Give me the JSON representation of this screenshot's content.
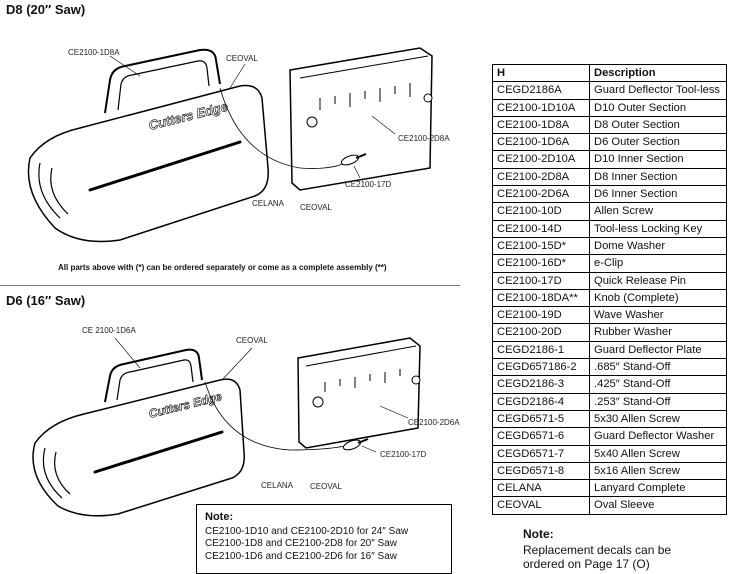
{
  "section_d8": {
    "heading": "D8 (20″ Saw)",
    "labels": {
      "outer": "CE2100-1D8A",
      "ceoval_top": "CEOVAL",
      "inner": "CE2100-2D8A",
      "clip": "CE2100-17D",
      "celana": "CELANA",
      "ceoval_bottom": "CEOVAL"
    },
    "brand": "Cutters Edge",
    "assembly_note": "All parts above with (*) can be ordered separately or come as a complete assembly (**)"
  },
  "section_d6": {
    "heading": "D6 (16″ Saw)",
    "labels": {
      "outer": "CE 2100-1D6A",
      "ceoval_top": "CEOVAL",
      "inner": "CE2100-2D6A",
      "clip": "CE2100-17D",
      "celana": "CELANA",
      "ceoval_bottom": "CEOVAL"
    },
    "brand": "Cutters Edge"
  },
  "parts_table": {
    "headers": [
      "H",
      "Description"
    ],
    "rows": [
      [
        "CEGD2186A",
        "Guard Deflector Tool-less"
      ],
      [
        "CE2100-1D10A",
        "D10 Outer Section"
      ],
      [
        "CE2100-1D8A",
        "D8 Outer Section"
      ],
      [
        "CE2100-1D6A",
        "D6 Outer Section"
      ],
      [
        "CE2100-2D10A",
        "D10 Inner Section"
      ],
      [
        "CE2100-2D8A",
        "D8 Inner Section"
      ],
      [
        "CE2100-2D6A",
        "D6 Inner Section"
      ],
      [
        "CE2100-10D",
        "Allen Screw"
      ],
      [
        "CE2100-14D",
        "Tool-less Locking Key"
      ],
      [
        "CE2100-15D*",
        "Dome Washer"
      ],
      [
        "CE2100-16D*",
        "e-Clip"
      ],
      [
        "CE2100-17D",
        "Quick Release Pin"
      ],
      [
        "CE2100-18DA**",
        "Knob (Complete)"
      ],
      [
        "CE2100-19D",
        "Wave Washer"
      ],
      [
        "CE2100-20D",
        "Rubber Washer"
      ],
      [
        "CEGD2186-1",
        "Guard Deflector Plate"
      ],
      [
        "CEGD657186-2",
        ".685″ Stand-Off"
      ],
      [
        "CEGD2186-3",
        ".425″ Stand-Off"
      ],
      [
        "CEGD2186-4",
        ".253″ Stand-Off"
      ],
      [
        "CEGD6571-5",
        "5x30 Allen Screw"
      ],
      [
        "CEGD6571-6",
        "Guard Deflector Washer"
      ],
      [
        "CEGD6571-7",
        "5x40 Allen Screw"
      ],
      [
        "CEGD6571-8",
        "5x16 Allen Screw"
      ],
      [
        "CELANA",
        "Lanyard Complete"
      ],
      [
        "CEOVAL",
        "Oval Sleeve"
      ]
    ]
  },
  "note_box": {
    "title": "Note:",
    "lines": [
      "CE2100-1D10 and CE2100-2D10 for 24″ Saw",
      "CE2100-1D8 and CE2100-2D8 for 20″ Saw",
      "CE2100-1D6 and CE2100-2D6 for 16″ Saw"
    ]
  },
  "note_right": {
    "title": "Note:",
    "lines": [
      "Replacement decals can be",
      "ordered on Page 17 (O)"
    ]
  }
}
